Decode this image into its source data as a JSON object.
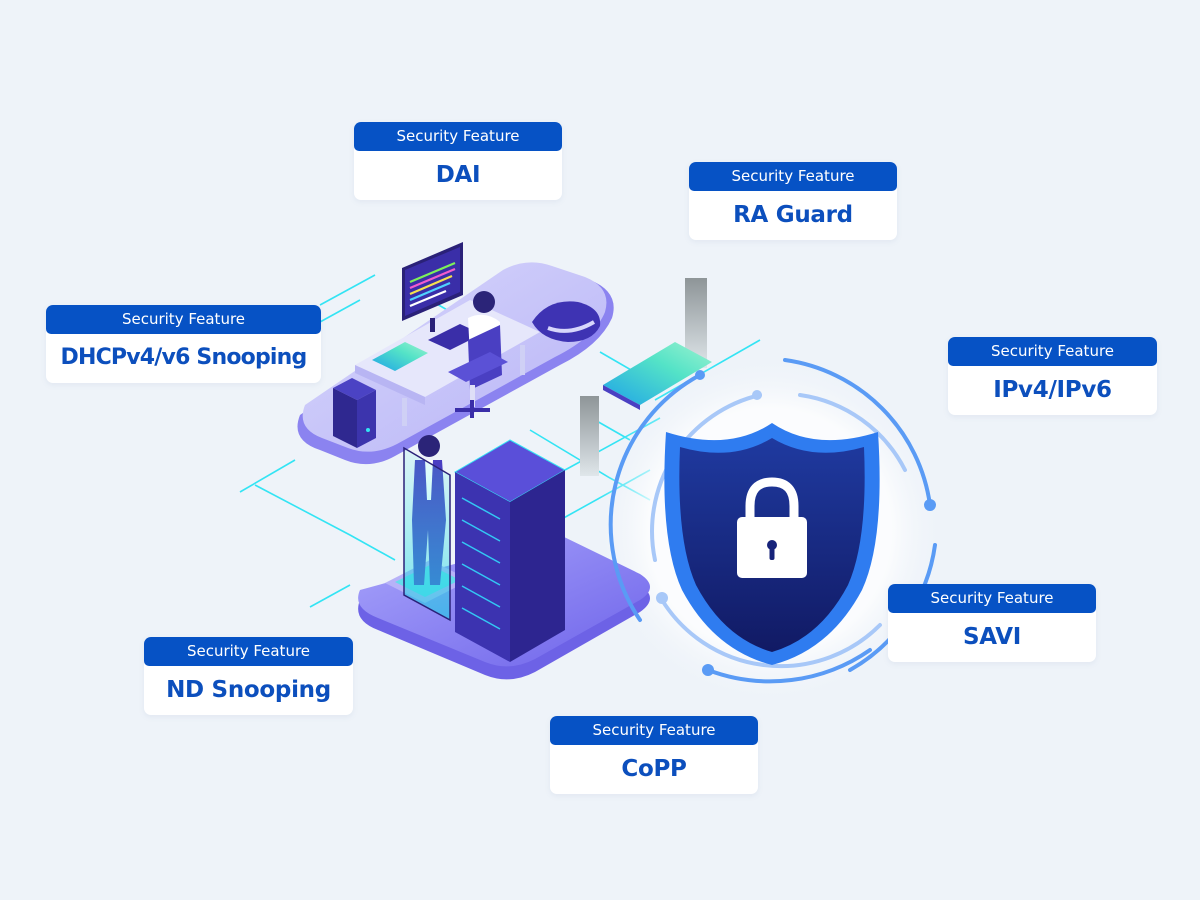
{
  "colors": {
    "background": "#eef3f9",
    "card_header": "#0652c5",
    "card_title": "#0c4fbd",
    "shield_outer": "#2f7cf0",
    "shield_inner": "#17237a",
    "platform": "#7b74ee",
    "server": "#3a32a8",
    "circuit_line": "#2fe3f5"
  },
  "illustration": {
    "center_icon": "shield-lock-icon",
    "elements": [
      "workstation-desk",
      "server-rack",
      "security-shield",
      "tablet",
      "vr-headset"
    ]
  },
  "features": [
    {
      "id": "dai",
      "label": "Security Feature",
      "title": "DAI"
    },
    {
      "id": "ra-guard",
      "label": "Security Feature",
      "title": "RA Guard"
    },
    {
      "id": "dhcp-snooping",
      "label": "Security Feature",
      "title": "DHCPv4/v6 Snooping"
    },
    {
      "id": "ipv4-ipv6",
      "label": "Security Feature",
      "title": "IPv4/IPv6"
    },
    {
      "id": "savi",
      "label": "Security Feature",
      "title": "SAVI"
    },
    {
      "id": "nd-snooping",
      "label": "Security Feature",
      "title": "ND Snooping"
    },
    {
      "id": "copp",
      "label": "Security Feature",
      "title": "CoPP"
    }
  ]
}
